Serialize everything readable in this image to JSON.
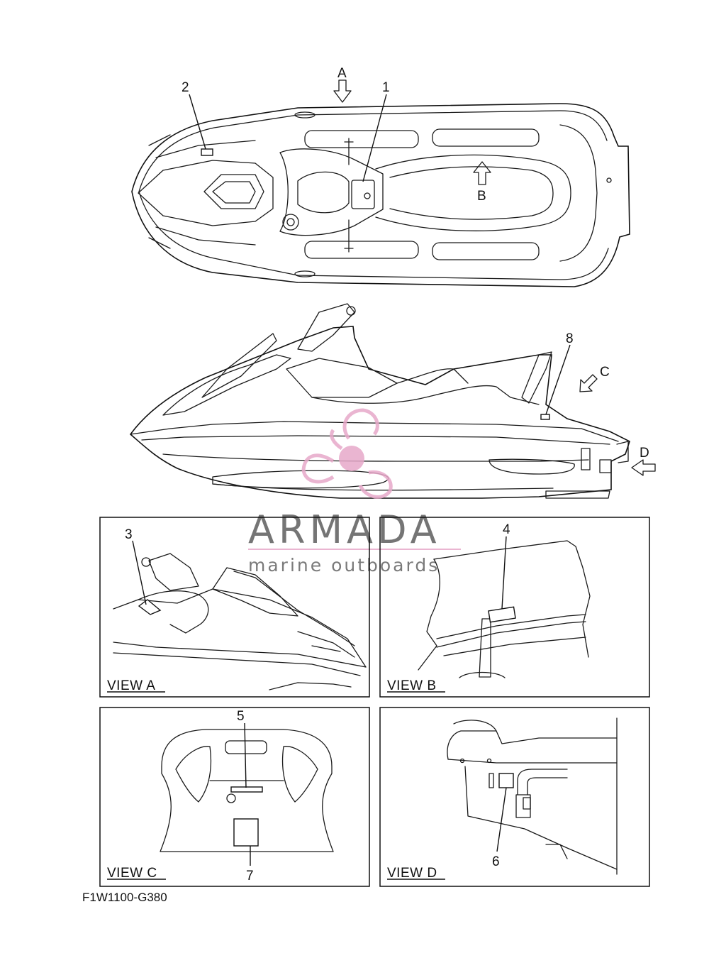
{
  "diagram": {
    "part_code": "F1W1100-G380",
    "callouts": [
      "1",
      "2",
      "3",
      "4",
      "5",
      "6",
      "7",
      "8"
    ],
    "view_arrows": [
      "A",
      "B",
      "C",
      "D"
    ],
    "views": [
      "VIEW A",
      "VIEW B",
      "VIEW C",
      "VIEW D"
    ]
  },
  "watermark": {
    "brand": "ARMADA",
    "tagline": "marine outboards",
    "color": "#e7a9c9"
  }
}
